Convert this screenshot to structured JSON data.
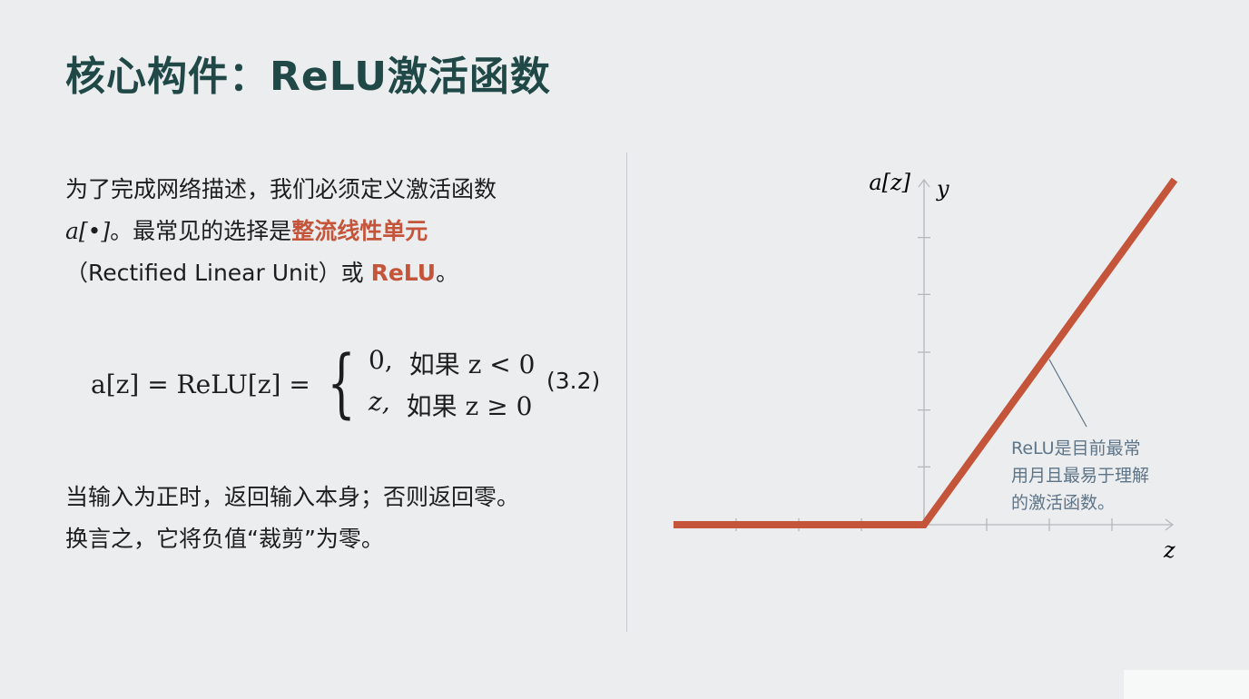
{
  "title": "核心构件：ReLU激活函数",
  "intro": {
    "line1": "为了完成网络描述，我们必须定义激活函数",
    "line2_math": "a[•]",
    "line2_text": "。最常见的选择是",
    "line2_highlight": "整流线性单元",
    "line3_text": "（Rectified Linear Unit）或 ",
    "line3_highlight": "ReLU",
    "line3_end": "。"
  },
  "equation": {
    "lhs": "a[z] = ReLU[z] =",
    "case1_value": "0,",
    "case1_cond": "如果 z < 0",
    "case2_value": "z,",
    "case2_cond": "如果 z ≥ 0",
    "number": "(3.2)"
  },
  "summary": {
    "line1": "当输入为正时，返回输入本身；否则返回零。",
    "line2": "换言之，它将负值“裁剪”为零。"
  },
  "colors": {
    "title": "#1f4846",
    "accent": "#c4553a",
    "annotation": "#5e7487",
    "axis": "#b5b8bb"
  },
  "chart_data": {
    "type": "line",
    "title": "",
    "xlabel": "z",
    "ylabel_left": "a[z]",
    "ylabel_right": "y",
    "xlim": [
      -4,
      4
    ],
    "ylim": [
      0,
      4
    ],
    "x_ticks": [
      -3,
      -2,
      -1,
      1,
      2,
      3
    ],
    "y_ticks": [
      0.67,
      1.33,
      2,
      2.67,
      3.33
    ],
    "series": [
      {
        "name": "ReLU",
        "x": [
          -4,
          0,
          4
        ],
        "y": [
          0,
          0,
          4
        ]
      }
    ],
    "annotation": {
      "at_x": 2,
      "lines": [
        "ReLU是目前最常",
        "用月且最易于理解",
        "的激活函数。"
      ]
    }
  }
}
